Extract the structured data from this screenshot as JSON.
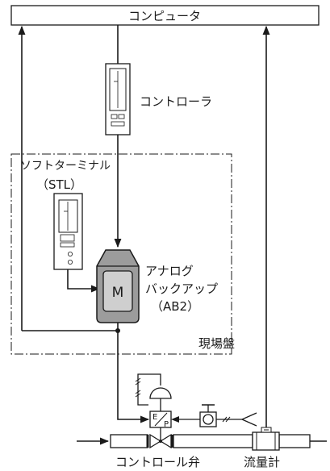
{
  "labels": {
    "computer": "コンピュータ",
    "controller": "コントローラ",
    "soft_terminal_line1": "ソフトターミナル",
    "soft_terminal_line2": "（STL）",
    "analog_line1": "アナログ",
    "analog_line2": "バックアップ",
    "analog_line3": "（AB2）",
    "analog_module_mark": "M",
    "field_panel": "現場盤",
    "ep_converter_top": "E",
    "ep_converter_bottom": "P",
    "control_valve": "コントロール弁",
    "flow_meter": "流量計"
  },
  "colors": {
    "line": "#1a1a1a",
    "module_fill": "#9c9c9c",
    "module_face": "#cfcfcf",
    "panel_fill": "#ffffff"
  }
}
